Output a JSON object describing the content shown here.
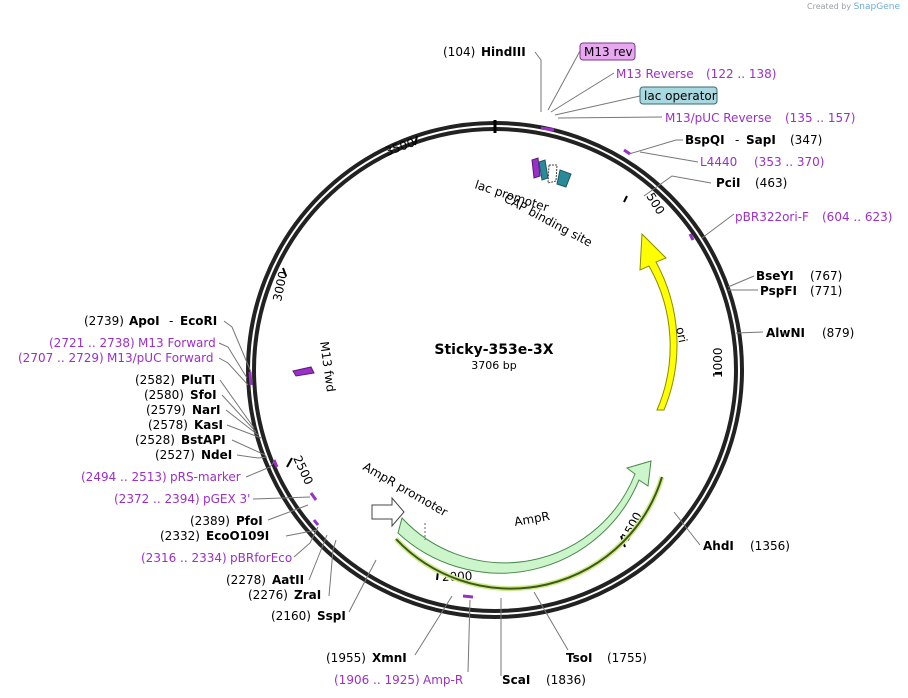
{
  "credit": {
    "prefix": "Created by",
    "brand": "SnapGene"
  },
  "plasmid": {
    "name": "Sticky-353e-3X",
    "length": "3706 bp"
  },
  "ticks": [
    "500",
    "1000",
    "1500",
    "2000",
    "2500",
    "3000",
    "3500"
  ],
  "restriction_sites": [
    {
      "id": "hindiii",
      "name": "HindIII",
      "pos": "(104)"
    },
    {
      "id": "bspqi-sapi",
      "name": "BspQI",
      "name2": "SapI",
      "pos": "(347)"
    },
    {
      "id": "pcli",
      "name": "PciI",
      "pos": "(463)"
    },
    {
      "id": "bseyi",
      "name": "BseYI",
      "pos": "(767)"
    },
    {
      "id": "pspfi",
      "name": "PspFI",
      "pos": "(771)"
    },
    {
      "id": "alwni",
      "name": "AlwNI",
      "pos": "(879)"
    },
    {
      "id": "ahdi",
      "name": "AhdI",
      "pos": "(1356)"
    },
    {
      "id": "tsoi",
      "name": "TsoI",
      "pos": "(1755)"
    },
    {
      "id": "scai",
      "name": "ScaI",
      "pos": "(1836)"
    },
    {
      "id": "xmni",
      "name": "XmnI",
      "pos": "(1955)"
    },
    {
      "id": "sspi",
      "name": "SspI",
      "pos": "(2160)"
    },
    {
      "id": "zrai",
      "name": "ZraI",
      "pos": "(2276)"
    },
    {
      "id": "aatii",
      "name": "AatII",
      "pos": "(2278)"
    },
    {
      "id": "eco0109i",
      "name": "EcoO109I",
      "pos": "(2332)"
    },
    {
      "id": "pfoi",
      "name": "PfoI",
      "pos": "(2389)"
    },
    {
      "id": "ndei",
      "name": "NdeI",
      "pos": "(2527)"
    },
    {
      "id": "bstapi",
      "name": "BstAPI",
      "pos": "(2528)"
    },
    {
      "id": "kasi",
      "name": "KasI",
      "pos": "(2578)"
    },
    {
      "id": "nari",
      "name": "NarI",
      "pos": "(2579)"
    },
    {
      "id": "sfoi",
      "name": "SfoI",
      "pos": "(2580)"
    },
    {
      "id": "pluti",
      "name": "PluTI",
      "pos": "(2582)"
    },
    {
      "id": "apoi-ecori",
      "name": "ApoI",
      "name2": "EcoRI",
      "pos": "(2739)"
    }
  ],
  "primers": [
    {
      "id": "m13-reverse",
      "name": "M13 Reverse",
      "range": "(122 .. 138)"
    },
    {
      "id": "m13-puc-reverse",
      "name": "M13/pUC Reverse",
      "range": "(135 .. 157)"
    },
    {
      "id": "l4440",
      "name": "L4440",
      "range": "(353 .. 370)"
    },
    {
      "id": "pbr322ori-f",
      "name": "pBR322ori-F",
      "range": "(604 .. 623)"
    },
    {
      "id": "amp-r",
      "name": "Amp-R",
      "range": "(1906 .. 1925)"
    },
    {
      "id": "pbrforeco",
      "name": "pBRforEco",
      "range": "(2316 .. 2334)"
    },
    {
      "id": "pgex-3",
      "name": "pGEX 3'",
      "range": "(2372 .. 2394)"
    },
    {
      "id": "prs-marker",
      "name": "pRS-marker",
      "range": "(2494 .. 2513)"
    },
    {
      "id": "m13-puc-forward",
      "name": "M13/pUC Forward",
      "range": "(2707 .. 2729)"
    },
    {
      "id": "m13-forward",
      "name": "M13 Forward",
      "range": "(2721 .. 2738)"
    }
  ],
  "boxed_labels": {
    "m13_rev": "M13 rev",
    "lac_operator": "lac operator"
  },
  "features": {
    "ori": "ori",
    "ampr": "AmpR",
    "ampr_promoter": "AmpR promoter",
    "lac_promoter": "lac promoter",
    "cap_binding_site": "CAP binding site",
    "m13_fwd": "M13 fwd"
  },
  "colors": {
    "ori": "#ffff00",
    "ampr": "#ccf5cc",
    "primer": "#9b30c8",
    "m13_rev_box": "#e8a8f0",
    "lac_operator_box": "#a8d8e0",
    "lac_promoter": "#2a8a9a"
  }
}
